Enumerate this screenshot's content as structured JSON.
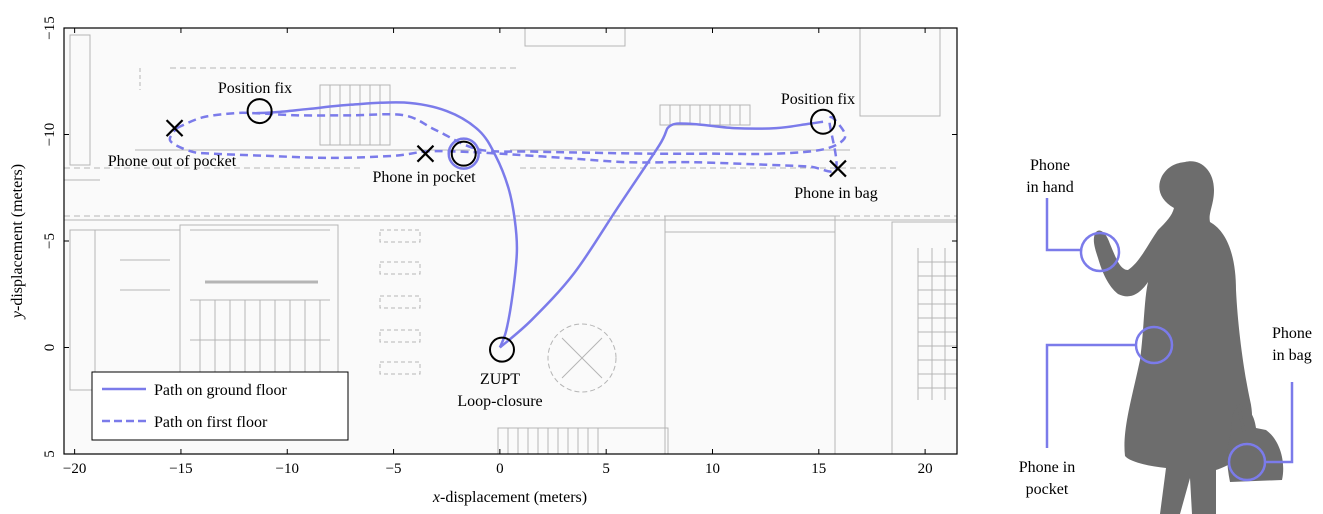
{
  "chart_data": {
    "type": "line",
    "xlabel_var": "x",
    "xlabel_rest": "-displacement (meters)",
    "ylabel_var": "y",
    "ylabel_rest": "-displacement (meters)",
    "xlim": [
      -20.5,
      21.5
    ],
    "ylim": [
      5,
      -15
    ],
    "y_inverted": true,
    "x_ticks": [
      -20,
      -15,
      -10,
      -5,
      0,
      5,
      10,
      15,
      20
    ],
    "x_tick_labels": [
      "−20",
      "−15",
      "−10",
      "−5",
      "0",
      "5",
      "10",
      "15",
      "20"
    ],
    "y_ticks": [
      5,
      0,
      -5,
      -10,
      -15
    ],
    "y_tick_labels": [
      "5",
      "0",
      "−5",
      "−10",
      "−15"
    ],
    "grid": false,
    "legend_position": "bottom-left",
    "series": [
      {
        "name": "Path on ground floor",
        "style": "solid",
        "color": "#7b7bea",
        "x": [
          0,
          0.3,
          0.6,
          0.8,
          0.7,
          0.4,
          -0.2,
          -1.0,
          -2.5,
          -4.5,
          -7.0,
          -9.0,
          -10.5,
          -11.5
        ],
        "y": [
          0,
          -0.8,
          -2.5,
          -4.5,
          -6.0,
          -7.5,
          -9.0,
          -10.2,
          -11.1,
          -11.5,
          -11.4,
          -11.2,
          -11.05,
          -11.0
        ]
      },
      {
        "name": "",
        "style": "solid",
        "color": "#7b7bea",
        "x": [
          0,
          1.5,
          3.5,
          5.5,
          7.5,
          8.0,
          9.0,
          11.0,
          13.0,
          14.5,
          15.2
        ],
        "y": [
          0,
          -1.3,
          -3.5,
          -6.5,
          -9.5,
          -10.4,
          -10.5,
          -10.3,
          -10.3,
          -10.5,
          -10.6
        ]
      },
      {
        "name": "Path on first floor",
        "style": "dashed",
        "color": "#7b7bea",
        "x": [
          -15.2,
          -14.0,
          -12.5,
          -11.5,
          -9.5,
          -7.0,
          -4.5,
          -3.0,
          -1.0,
          1.5,
          4.0,
          7.0,
          10.0,
          13.0,
          15.2,
          16.2,
          16.0,
          15.5,
          15.8,
          14.5,
          12.0,
          9.0,
          6.0,
          3.0,
          0.0,
          -2.0,
          -3.5,
          -5.0,
          -8.0,
          -11.0,
          -13.5,
          -14.5,
          -15.5,
          -15.2
        ],
        "y": [
          -10.3,
          -10.8,
          -11.0,
          -11.0,
          -10.9,
          -10.9,
          -10.9,
          -10.2,
          -9.3,
          -9.2,
          -9.15,
          -9.1,
          -9.1,
          -9.1,
          -9.3,
          -9.8,
          -10.4,
          -10.7,
          -8.4,
          -8.5,
          -8.6,
          -8.7,
          -8.7,
          -8.9,
          -9.1,
          -9.2,
          -9.2,
          -9.0,
          -8.9,
          -9.0,
          -9.1,
          -9.2,
          -9.7,
          -10.3
        ]
      }
    ],
    "markers": {
      "circles": [
        {
          "x": -11.3,
          "y": -11.1
        },
        {
          "x": -1.7,
          "y": -9.1
        },
        {
          "x": 0.1,
          "y": 0.1
        },
        {
          "x": 15.2,
          "y": -10.6
        }
      ],
      "crosses": [
        {
          "x": -15.3,
          "y": -10.3
        },
        {
          "x": -3.5,
          "y": -9.1
        },
        {
          "x": 15.9,
          "y": -8.4
        }
      ]
    },
    "annotations": {
      "position_fix_1": "Position fix",
      "position_fix_2": "Position fix",
      "phone_out_of_pocket": "Phone out of pocket",
      "phone_in_pocket": "Phone in pocket",
      "phone_in_bag": "Phone in bag",
      "zupt": "ZUPT",
      "loop_closure": "Loop-closure"
    }
  },
  "silhouette": {
    "labels": {
      "hand_line1": "Phone",
      "hand_line2": "in hand",
      "bag_line1": "Phone",
      "bag_line2": "in bag",
      "pocket_line1": "Phone in",
      "pocket_line2": "pocket"
    },
    "accent_color": "#7b7bea",
    "body_color": "#6d6d6d"
  }
}
